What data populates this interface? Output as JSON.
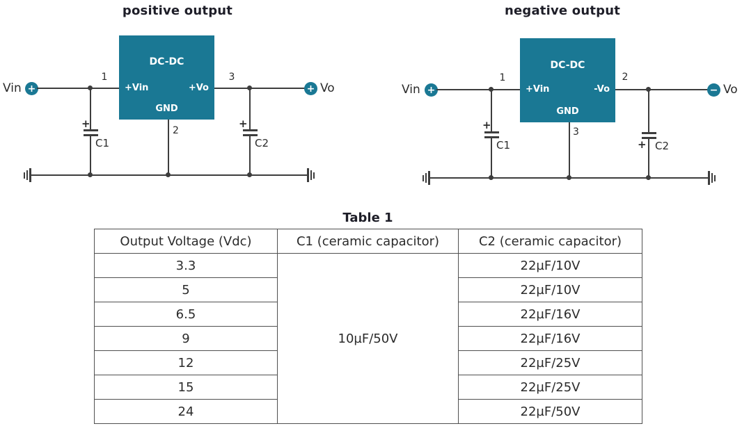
{
  "colors": {
    "teal": "#1a7894",
    "wire": "#3d3d3d",
    "border": "#4f4f4f"
  },
  "circuits": {
    "positive": {
      "title": "positive output",
      "box_label": "DC-DC",
      "pin_left_label": "+Vin",
      "pin_right_label": "+Vo",
      "pin_bottom_label": "GND",
      "pin_left_number": "1",
      "pin_right_number": "3",
      "pin_bottom_number": "2",
      "input_label": "Vin",
      "input_polarity": "+",
      "output_label": "Vo",
      "output_polarity": "+",
      "cap_input_label": "C1",
      "cap_input_polarity": "+",
      "cap_output_label": "C2",
      "cap_output_polarity": "+"
    },
    "negative": {
      "title": "negative output",
      "box_label": "DC-DC",
      "pin_left_label": "+Vin",
      "pin_right_label": "-Vo",
      "pin_bottom_label": "GND",
      "pin_left_number": "1",
      "pin_right_number": "2",
      "pin_bottom_number": "3",
      "input_label": "Vin",
      "input_polarity": "+",
      "output_label": "Vo",
      "output_polarity": "−",
      "cap_input_label": "C1",
      "cap_input_polarity": "+",
      "cap_output_label": "C2",
      "cap_output_polarity": "+"
    }
  },
  "table": {
    "title": "Table 1",
    "headers": [
      "Output Voltage (Vdc)",
      "C1 (ceramic capacitor)",
      "C2 (ceramic capacitor)"
    ],
    "c1_merged_value": "10µF/50V",
    "rows": [
      {
        "voltage": "3.3",
        "c2": "22µF/10V"
      },
      {
        "voltage": "5",
        "c2": "22µF/10V"
      },
      {
        "voltage": "6.5",
        "c2": "22µF/16V"
      },
      {
        "voltage": "9",
        "c2": "22µF/16V"
      },
      {
        "voltage": "12",
        "c2": "22µF/25V"
      },
      {
        "voltage": "15",
        "c2": "22µF/25V"
      },
      {
        "voltage": "24",
        "c2": "22µF/50V"
      }
    ]
  }
}
